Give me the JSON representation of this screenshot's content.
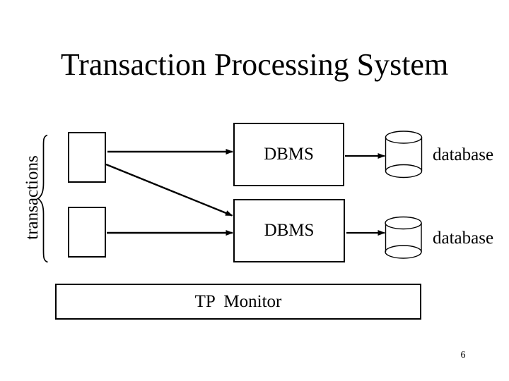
{
  "slide": {
    "title": "Transaction Processing System",
    "page_number": "6",
    "colors": {
      "background": "#ffffff",
      "ink": "#000000"
    }
  },
  "diagram": {
    "group_label": "transactions",
    "servers": [
      {
        "label": "DBMS"
      },
      {
        "label": "DBMS"
      }
    ],
    "databases": [
      {
        "label": "database"
      },
      {
        "label": "database"
      }
    ],
    "monitor": {
      "label": "TP  Monitor"
    }
  }
}
